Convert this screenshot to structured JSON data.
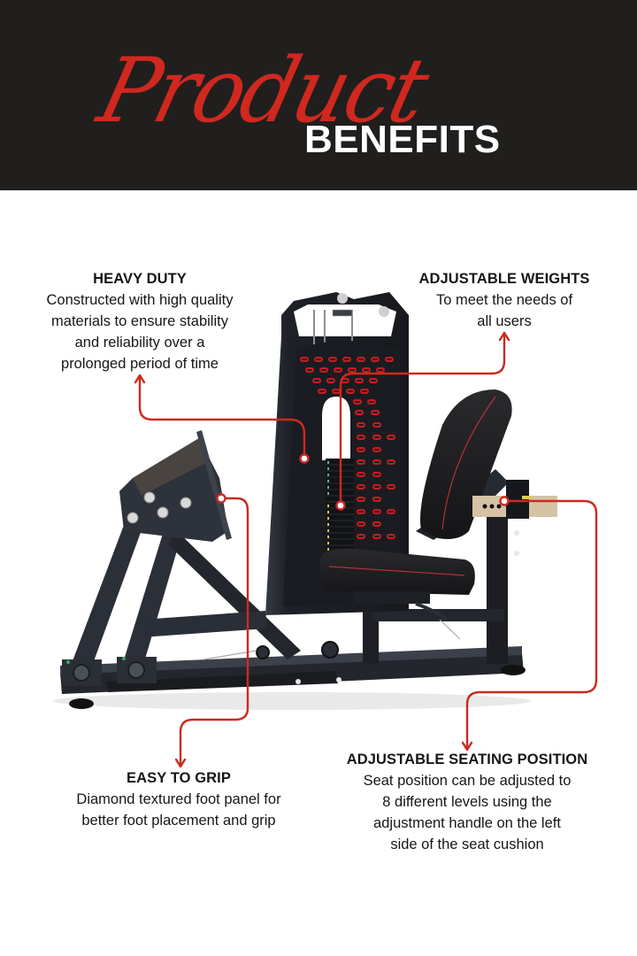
{
  "header": {
    "script_word": "Product",
    "block_word": "BENEFITS",
    "background_color": "#201f1d",
    "script_color": "#d0281f",
    "block_color": "#ffffff"
  },
  "product_image": {
    "subject": "Leg press / calf raise machine with selectorized weight stack",
    "frame_color": "#1f2125",
    "accent_slot_color": "#c81d1d",
    "upholstery_color": "#1b1b1d",
    "stitching_color": "#b8303a"
  },
  "callouts": {
    "accent_color": "#cc2a1f",
    "heavy_duty": {
      "title": "HEAVY DUTY",
      "lines": [
        "Constructed with high quality",
        "materials to ensure stability",
        "and reliability over a",
        "prolonged period of time"
      ]
    },
    "adjustable_weights": {
      "title": "ADJUSTABLE WEIGHTS",
      "lines": [
        "To meet the needs of",
        "all users"
      ]
    },
    "easy_to_grip": {
      "title": "EASY TO GRIP",
      "lines": [
        "Diamond textured foot panel for",
        "better foot placement and grip"
      ]
    },
    "adjustable_seating": {
      "title": "ADJUSTABLE SEATING POSITION",
      "lines": [
        "Seat position can be adjusted to",
        "8 different levels using the",
        "adjustment handle on the left",
        "side of the seat cushion"
      ]
    }
  }
}
